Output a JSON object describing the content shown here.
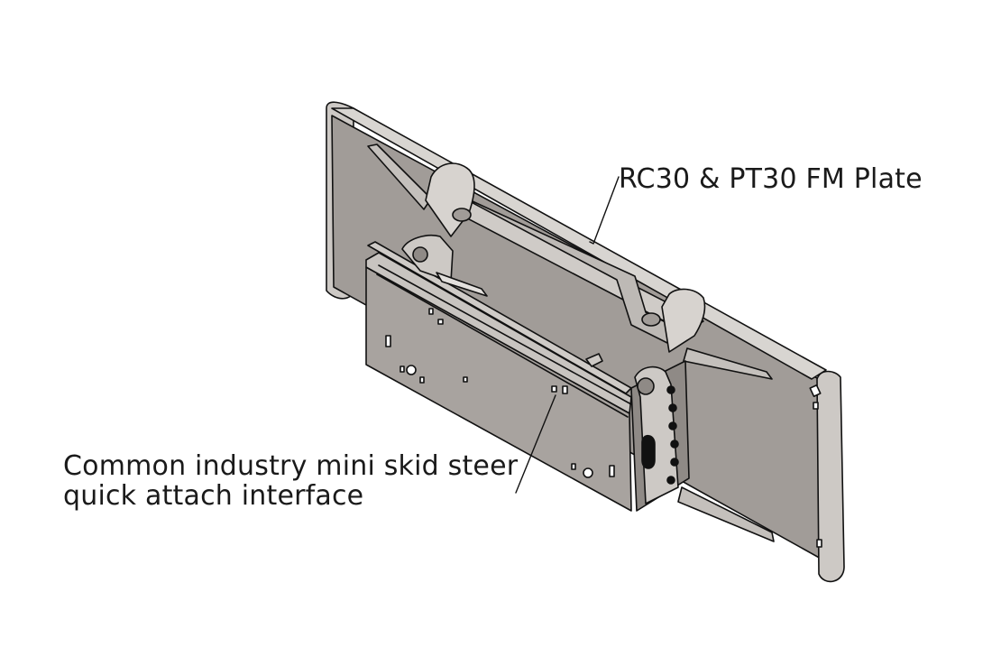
{
  "labels": {
    "fm_plate": "RC30 & PT30 FM Plate",
    "interface_line1": "Common industry mini skid steer",
    "interface_line2": "quick attach interface"
  },
  "colors": {
    "plate_face": "#a19c98",
    "plate_light": "#cdc9c5",
    "plate_dark": "#7d7874",
    "edge": "#111111",
    "background": "#ffffff"
  }
}
